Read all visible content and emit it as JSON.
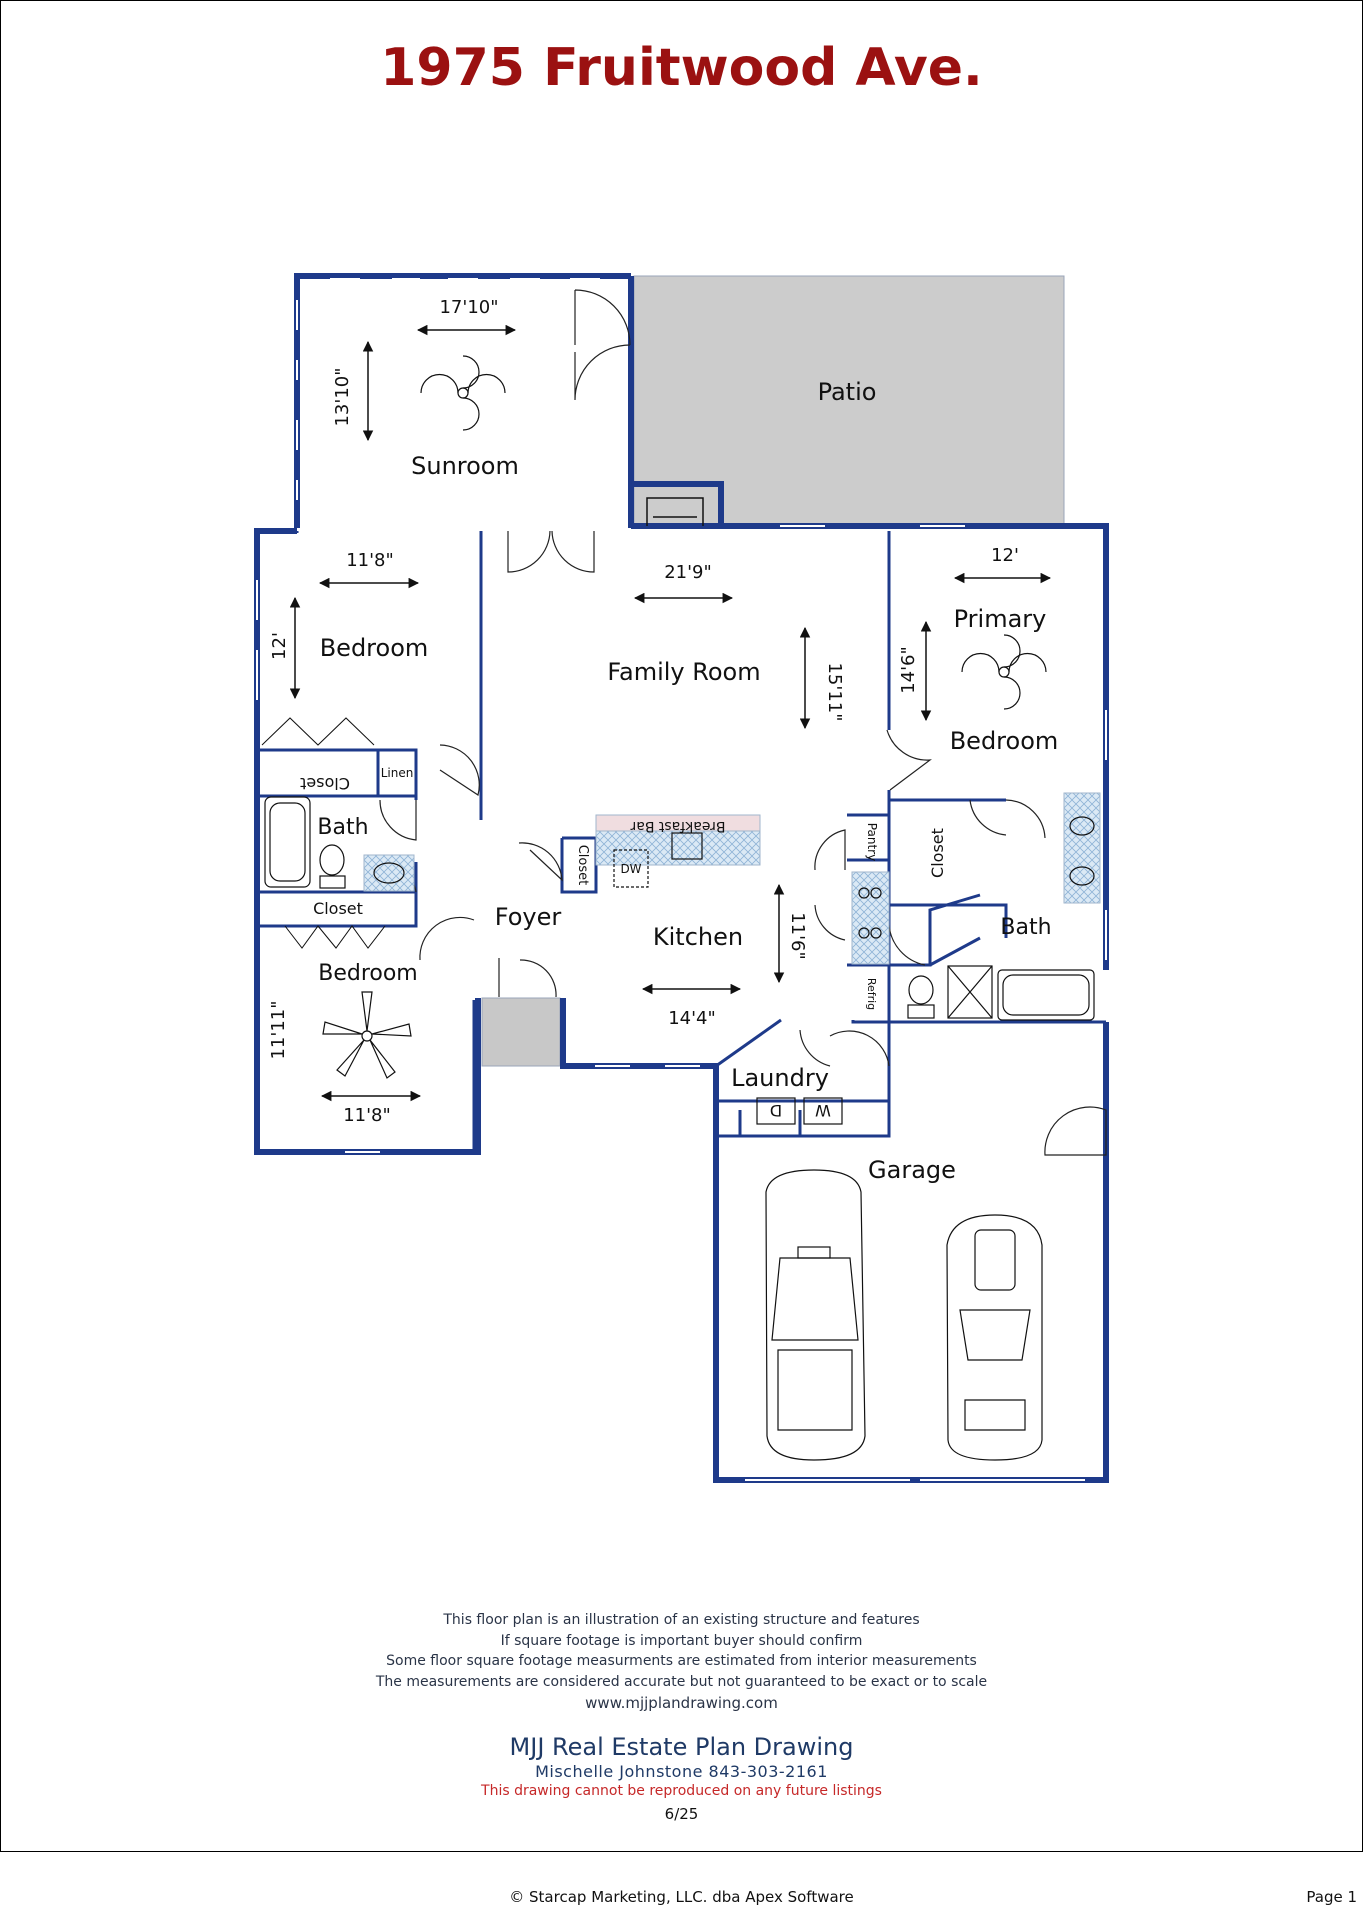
{
  "title": "1975 Fruitwood Ave.",
  "rooms": {
    "patio": "Patio",
    "sunroom": "Sunroom",
    "bedroom_1": "Bedroom",
    "family_room": "Family Room",
    "primary": "Primary",
    "primary_bedroom": "Bedroom",
    "closet_1": "Closet",
    "linen": "Linen",
    "bath_1": "Bath",
    "closet_2": "Closet",
    "breakfast_bar": "Breakfast Bar",
    "dw": "DW",
    "closet_foyer": "Closet",
    "pantry": "Pantry",
    "closet_primary": "Closet",
    "foyer": "Foyer",
    "kitchen": "Kitchen",
    "bath_2": "Bath",
    "bedroom_2": "Bedroom",
    "refrig": "Refrig",
    "laundry": "Laundry",
    "dryer": "D",
    "washer": "W",
    "garage": "Garage"
  },
  "dimensions": {
    "sunroom_w": "17'10\"",
    "sunroom_h": "13'10\"",
    "bedroom1_w": "11'8\"",
    "bedroom1_h": "12'",
    "family_w": "21'9\"",
    "family_h": "15'11\"",
    "primary_w": "12'",
    "primary_h": "14'6\"",
    "kitchen_h": "11'6\"",
    "kitchen_w": "14'4\"",
    "bedroom2_h": "11'11\"",
    "bedroom2_w": "11'8\""
  },
  "notes": {
    "lines": [
      "This floor plan is an illustration of an existing structure and features",
      "If square footage is important buyer should confirm",
      "Some floor square footage measurments are estimated from interior measurements",
      "The measurements are considered accurate but not guaranteed to be exact or to scale"
    ],
    "website": "www.mjjplandrawing.com",
    "company": "MJJ Real Estate Plan Drawing",
    "contact": "Mischelle Johnstone 843-303-2161",
    "warning": "This drawing cannot be reproduced on any future listings",
    "date": "6/25"
  },
  "footer": {
    "copyright": "© Starcap Marketing, LLC. dba Apex Software",
    "page": "Page 1"
  },
  "colors": {
    "title": "#9b1111",
    "wall": "#1e3a8a",
    "patio_fill": "#cccccc",
    "counter_fill": "#cfe4f2"
  }
}
